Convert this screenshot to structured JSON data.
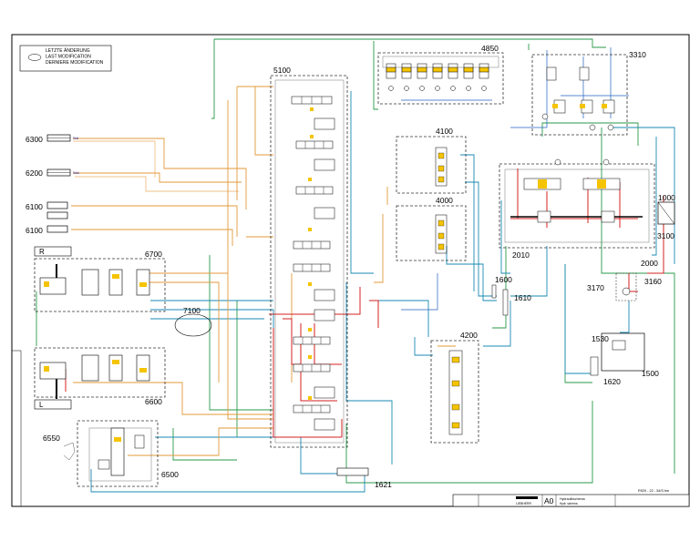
{
  "revision_box": {
    "lines": [
      "LETZTE ÄNDERUNG",
      "LAST MODIFICATION",
      "DERNIERE MODIFICATION"
    ]
  },
  "actuators": [
    {
      "id": "6300",
      "tag": "Stiel"
    },
    {
      "id": "6200",
      "tag": "Stick"
    },
    {
      "id": "6100",
      "tag": ""
    },
    {
      "id": "6100",
      "tag": ""
    }
  ],
  "assembly_labels": {
    "a5100": "5100",
    "a4850": "4850",
    "a3310": "3310",
    "a4100": "4100",
    "a4000": "4000",
    "a1000": "1000",
    "a3100": "3100",
    "a2010": "2010",
    "a2000": "2000",
    "a6700": "6700",
    "a7100": "7100",
    "a1600": "1600",
    "a1610": "1610",
    "a3170": "3170",
    "a3160": "3160",
    "a4200": "4200",
    "a1530": "1530",
    "a1500": "1500",
    "a1620": "1620",
    "a6600": "6600",
    "a6550": "6550",
    "a6500": "6500",
    "a1621": "1621"
  },
  "side_markers": {
    "right": "R",
    "left": "L"
  },
  "title_block": {
    "format": "A0",
    "drawing_no": "R920 - 22 - 34/S.hm",
    "title_line1": "Hydraulikschema",
    "title_line2": "Hydr. schema",
    "company_line": "LIEBHERR"
  },
  "colors": {
    "frame": "#000000",
    "pressure": "#d62020",
    "return": "#1a8ab4",
    "pilot": "#e39a3a",
    "drain": "#2a9a4a",
    "control": "#2060c0",
    "valve_fill": "#f5c400",
    "dashed_box": "#333333"
  }
}
